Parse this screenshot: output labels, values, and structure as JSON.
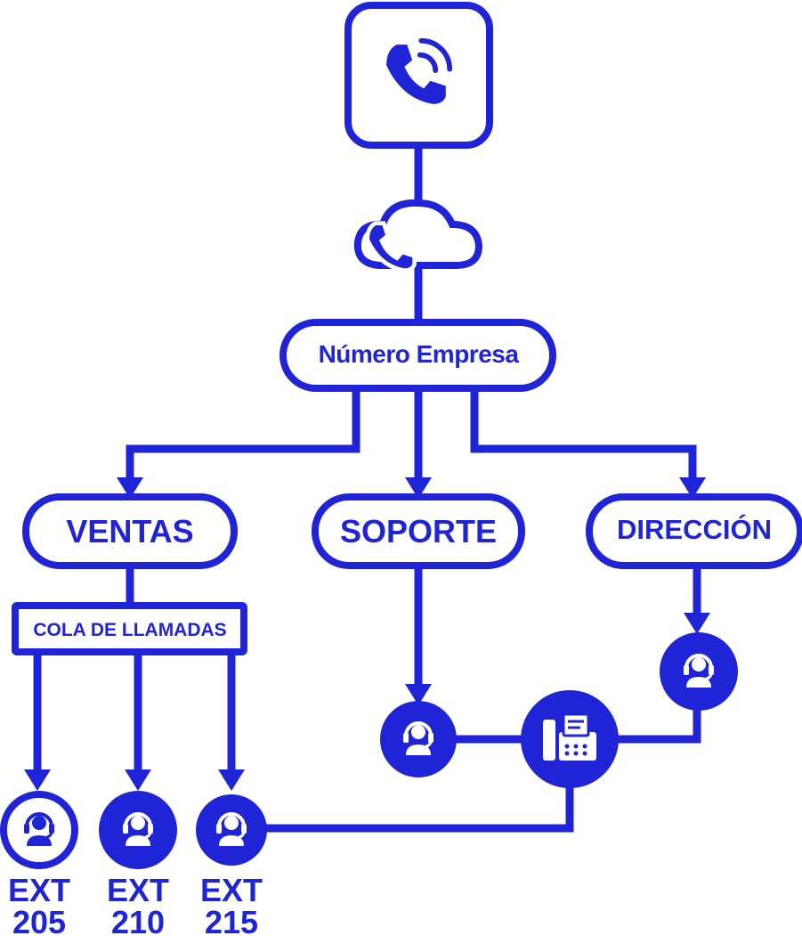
{
  "colors": {
    "primary": "#1f24d6",
    "background": "#ffffff"
  },
  "top_icon": "phone-ringing-icon",
  "cloud_icon": "cloud-phone-icon",
  "company_number": "Número Empresa",
  "departments": {
    "ventas": "VENTAS",
    "soporte": "SOPORTE",
    "direccion": "DIRECCIÓN"
  },
  "queue_label": "COLA DE LLAMADAS",
  "agent_icon": "headset-agent-icon",
  "pbx_icon": "fax-pbx-icon",
  "extensions": [
    {
      "ext": "EXT",
      "number": "205"
    },
    {
      "ext": "EXT",
      "number": "210"
    },
    {
      "ext": "EXT",
      "number": "215"
    }
  ]
}
